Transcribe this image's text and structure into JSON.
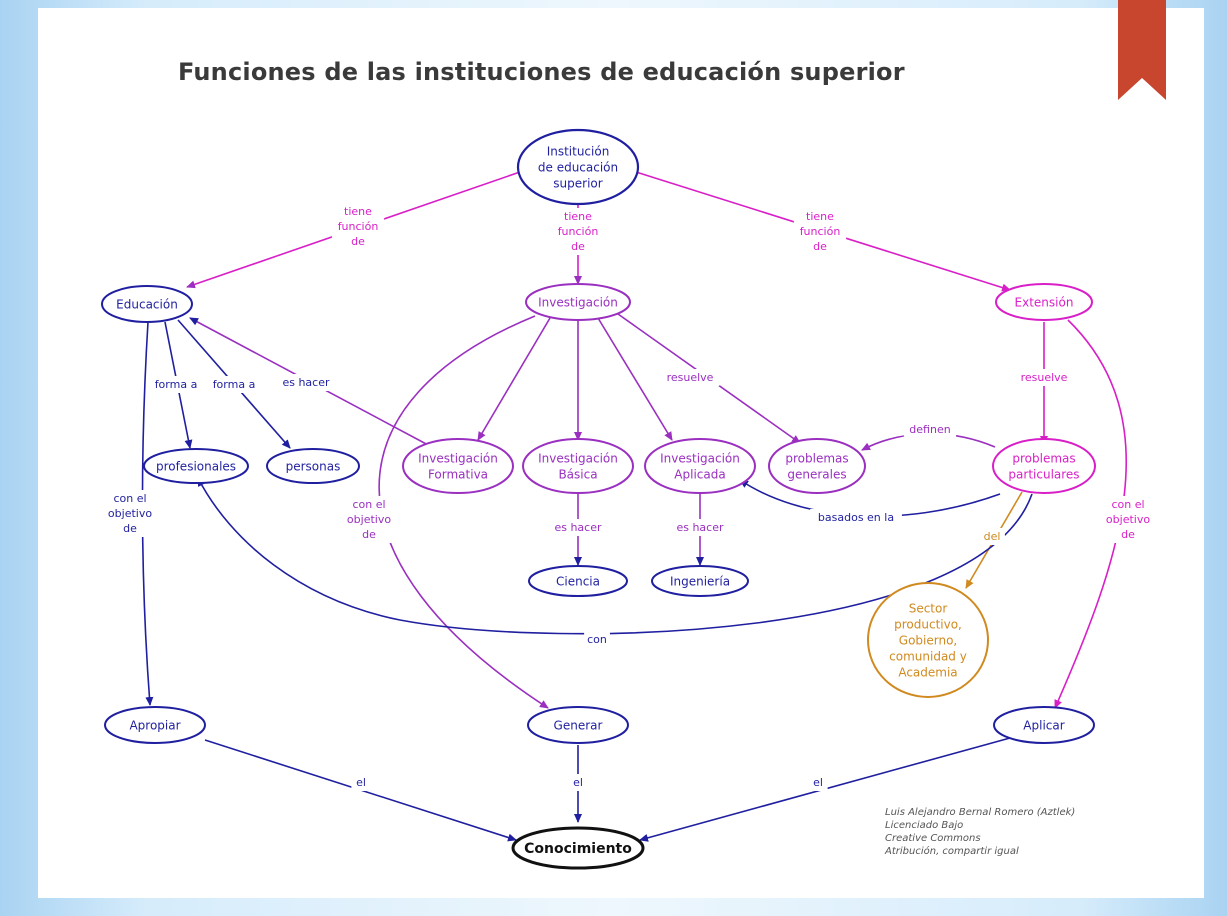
{
  "title": "Funciones de las instituciones de educación superior",
  "colors": {
    "blue": "#1f1fa0",
    "purple": "#9a2fc0",
    "magenta": "#d81fc8",
    "orange": "#d08a20",
    "black": "#111111",
    "bookmark": "#c8462e"
  },
  "nodes": {
    "institucion": [
      "Institución",
      "de educación",
      "superior"
    ],
    "educacion": [
      "Educación"
    ],
    "investigacion": [
      "Investigación"
    ],
    "extension": [
      "Extensión"
    ],
    "profesionales": [
      "profesionales"
    ],
    "personas": [
      "personas"
    ],
    "inv_formativa": [
      "Investigación",
      "Formativa"
    ],
    "inv_basica": [
      "Investigación",
      "Básica"
    ],
    "inv_aplicada": [
      "Investigación",
      "Aplicada"
    ],
    "prob_generales": [
      "problemas",
      "generales"
    ],
    "prob_particulares": [
      "problemas",
      "particulares"
    ],
    "ciencia": [
      "Ciencia"
    ],
    "ingenieria": [
      "Ingeniería"
    ],
    "sector": [
      "Sector",
      "productivo,",
      "Gobierno,",
      "comunidad y",
      "Academia"
    ],
    "apropiar": [
      "Apropiar"
    ],
    "generar": [
      "Generar"
    ],
    "aplicar": [
      "Aplicar"
    ],
    "conocimiento": [
      "Conocimiento"
    ]
  },
  "links": {
    "tiene_funcion_1": [
      "tiene",
      "función",
      "de"
    ],
    "tiene_funcion_2": [
      "tiene",
      "función",
      "de"
    ],
    "tiene_funcion_3": [
      "tiene",
      "función",
      "de"
    ],
    "forma_a_1": [
      "forma a"
    ],
    "forma_a_2": [
      "forma a"
    ],
    "es_hacer_1": [
      "es hacer"
    ],
    "resuelve_1": [
      "resuelve"
    ],
    "resuelve_2": [
      "resuelve"
    ],
    "definen": [
      "definen"
    ],
    "basados_en_la": [
      "basados en la"
    ],
    "es_hacer_2": [
      "es hacer"
    ],
    "es_hacer_3": [
      "es hacer"
    ],
    "del": [
      "del"
    ],
    "con": [
      "con"
    ],
    "con_objetivo_1": [
      "con el",
      "objetivo",
      "de"
    ],
    "con_objetivo_2": [
      "con el",
      "objetivo",
      "de"
    ],
    "con_objetivo_3": [
      "con el",
      "objetivo",
      "de"
    ],
    "el_1": [
      "el"
    ],
    "el_2": [
      "el"
    ],
    "el_3": [
      "el"
    ]
  },
  "credits": [
    "Luis Alejandro Bernal Romero (Aztlek)",
    "Licenciado Bajo",
    "Creative Commons",
    "Atribución, compartir igual"
  ]
}
